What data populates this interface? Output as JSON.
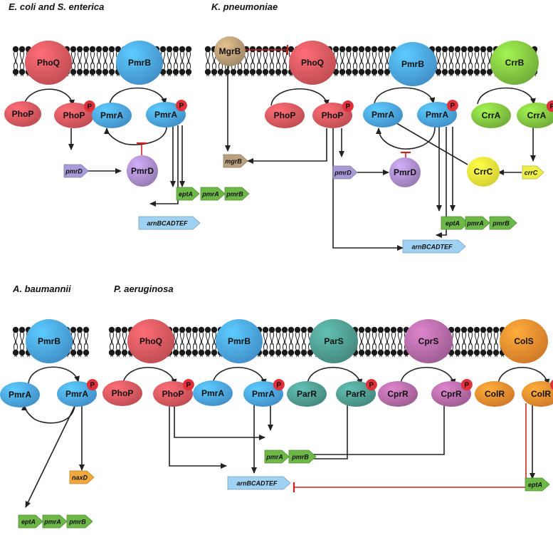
{
  "colors": {
    "phoq": "#d9575e",
    "pmrb": "#4aa3e3",
    "parsr": "#4e9a8f",
    "cprsr": "#b26aa5",
    "colsr": "#ec8a2f",
    "crr": "#82c341",
    "pmrd": "#a98bc9",
    "crrc": "#f2ec3a",
    "mgrb": "#b69a74",
    "phosphate": "#e0303a",
    "inhibit": "#cc2222",
    "gene_green": "#6eb848",
    "gene_arn": "#9fd2f2",
    "gene_pmrd": "#a99ad8",
    "gene_mgrb": "#b9a17f",
    "gene_crrc": "#eef04a",
    "gene_naxd": "#f2a93b"
  },
  "panels": {
    "ecoli": {
      "title": "E. coli and S. enterica"
    },
    "kpneu": {
      "title": "K. pneumoniae"
    },
    "abau": {
      "title": "A. baumannii"
    },
    "paer": {
      "title": "P. aeruginosa"
    }
  },
  "labels": {
    "phoq": "PhoQ",
    "pmrb": "PmrB",
    "crrb": "CrrB",
    "mgrb_protein": "MgrB",
    "pars": "ParS",
    "cprs": "CprS",
    "cols": "ColS",
    "phop": "PhoP",
    "pmra": "PmrA",
    "crra": "CrrA",
    "parr": "ParR",
    "cprr": "CprR",
    "colr": "ColR",
    "pmrd_protein": "PmrD",
    "crrc_protein": "CrrC",
    "phosphate": "P"
  },
  "genes": {
    "pmrd": "pmrD",
    "mgrb": "mgrB",
    "crrc": "crrC",
    "epta": "eptA",
    "pmra": "pmrA",
    "pmrb": "pmrB",
    "arn": "arnBCADTEF",
    "naxd": "naxD"
  }
}
